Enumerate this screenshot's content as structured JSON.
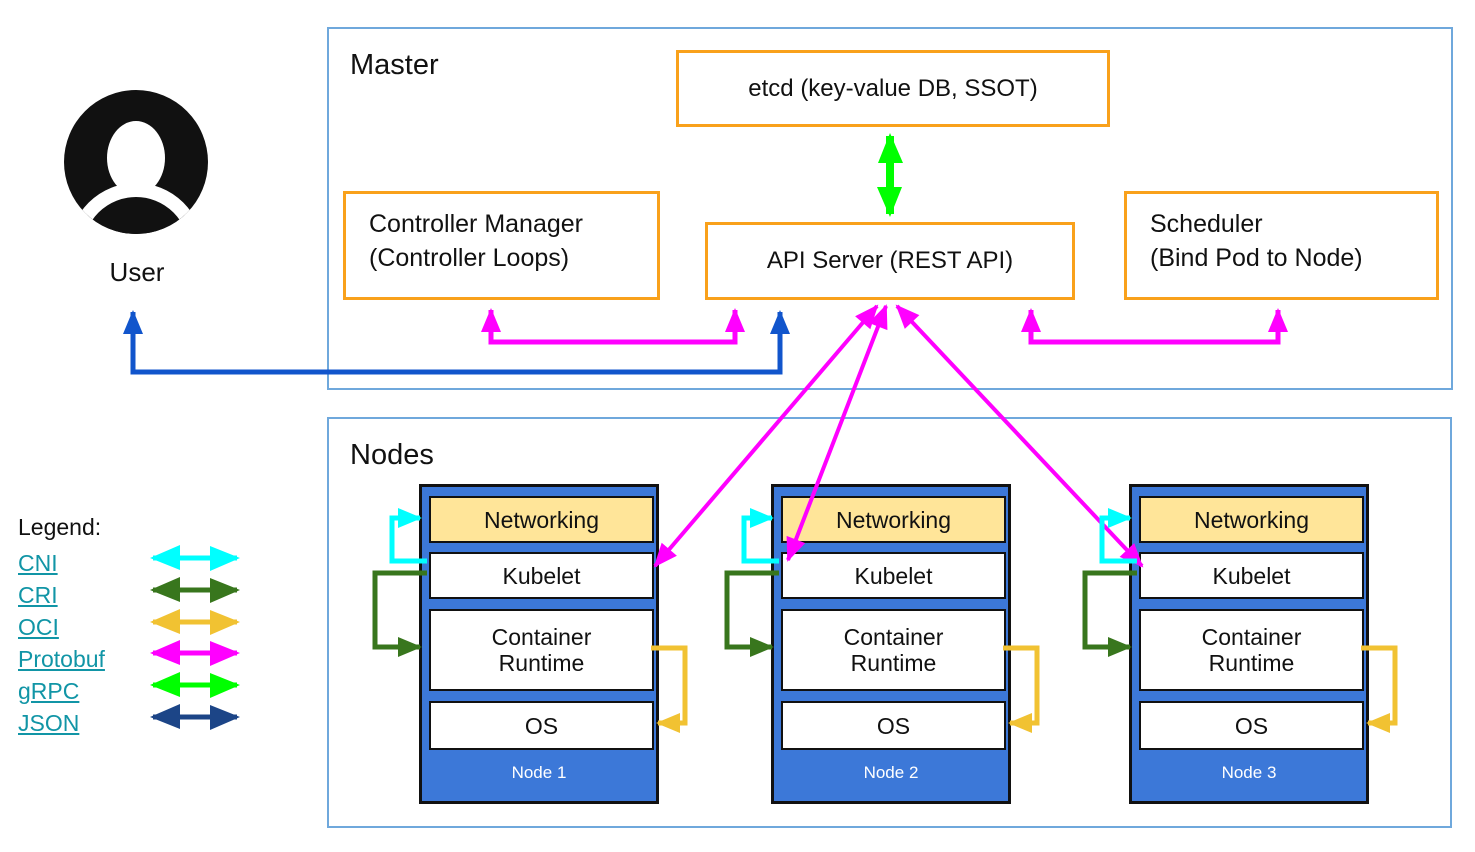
{
  "master": {
    "title": "Master",
    "etcd_label": "etcd (key-value DB, SSOT)",
    "api_server_label": "API Server (REST API)",
    "controller_manager_line1": "Controller Manager",
    "controller_manager_line2": "(Controller Loops)",
    "scheduler_line1": "Scheduler",
    "scheduler_line2": "(Bind Pod to Node)"
  },
  "user": {
    "label": "User"
  },
  "nodes_section": {
    "title": "Nodes",
    "nodes": [
      {
        "name": "Node 1",
        "layers": {
          "networking": "Networking",
          "kubelet": "Kubelet",
          "runtime": "Container Runtime",
          "os": "OS"
        }
      },
      {
        "name": "Node 2",
        "layers": {
          "networking": "Networking",
          "kubelet": "Kubelet",
          "runtime": "Container Runtime",
          "os": "OS"
        }
      },
      {
        "name": "Node 3",
        "layers": {
          "networking": "Networking",
          "kubelet": "Kubelet",
          "runtime": "Container Runtime",
          "os": "OS"
        }
      }
    ]
  },
  "legend": {
    "title": "Legend:",
    "items": [
      {
        "label": "CNI",
        "color": "#00ffff"
      },
      {
        "label": "CRI",
        "color": "#38761d"
      },
      {
        "label": "OCI",
        "color": "#f1c232"
      },
      {
        "label": "Protobuf",
        "color": "#ff00ff"
      },
      {
        "label": "gRPC",
        "color": "#00ff00"
      },
      {
        "label": "JSON",
        "color": "#1c4587"
      }
    ]
  },
  "colors": {
    "node_fill": "#3c78d8",
    "networking_fill": "#ffe599",
    "component_border_orange": "#f9a11b",
    "section_border_blue": "#6fa8dc",
    "user_arrow_blue": "#1155cc",
    "legend_link_teal": "#1195a6"
  }
}
